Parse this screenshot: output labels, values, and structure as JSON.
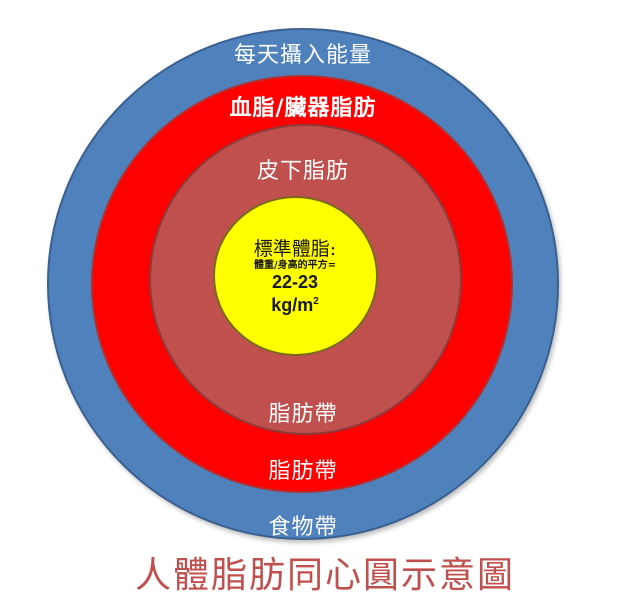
{
  "diagram": {
    "type": "concentric-circles",
    "rings": [
      {
        "id": "outer",
        "color": "#4f81bd",
        "top_label": "每天攝入能量",
        "bottom_label": "食物帶"
      },
      {
        "id": "second",
        "color": "#ff0000",
        "top_label": "血脂/臟器脂肪",
        "bottom_label": "脂肪帶"
      },
      {
        "id": "third",
        "color": "#c0504d",
        "top_label": "皮下脂肪",
        "bottom_label": "脂肪帶"
      },
      {
        "id": "core",
        "color": "#ffff00"
      }
    ],
    "core": {
      "title": "標準體脂:",
      "formula": "體重/身高的平方=",
      "range": "22-23",
      "unit": "kg/m",
      "unit_exp": "2"
    },
    "caption": "人體脂肪同心圓示意圖"
  }
}
